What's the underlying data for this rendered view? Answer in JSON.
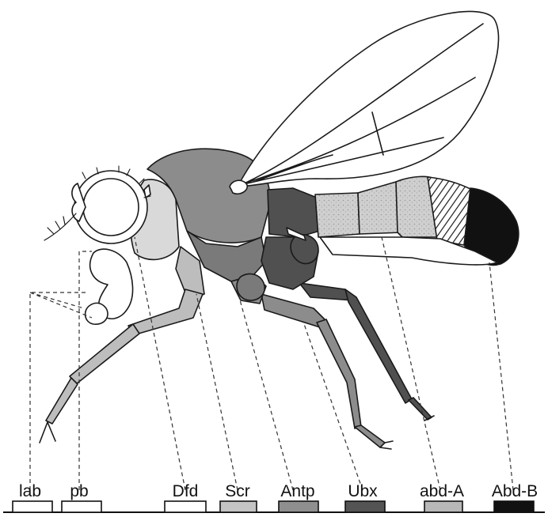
{
  "diagram": {
    "genes": [
      {
        "label": "lab",
        "color": "#ffffff"
      },
      {
        "label": "pb",
        "color": "#ffffff"
      },
      {
        "label": "Dfd",
        "color": "#ffffff"
      },
      {
        "label": "Scr",
        "color": "#c4c4c4"
      },
      {
        "label": "Antp",
        "color": "#8f8f8f"
      },
      {
        "label": "Ubx",
        "color": "#545454"
      },
      {
        "label": "abd-A",
        "color": "#b8b8b8"
      },
      {
        "label": "Abd-B",
        "color": "#111111"
      }
    ],
    "segment_colors": {
      "outline": "#1a1a1a",
      "head": "#ffffff",
      "dfd": "#d9d9d9",
      "scr": "#bdbdbd",
      "antp": "#8c8c8c",
      "antp_dark": "#7a7a7a",
      "ubx": "#505050",
      "abda": "#c6c6c6",
      "abdb": "#111111",
      "wing": "#ffffff"
    }
  }
}
